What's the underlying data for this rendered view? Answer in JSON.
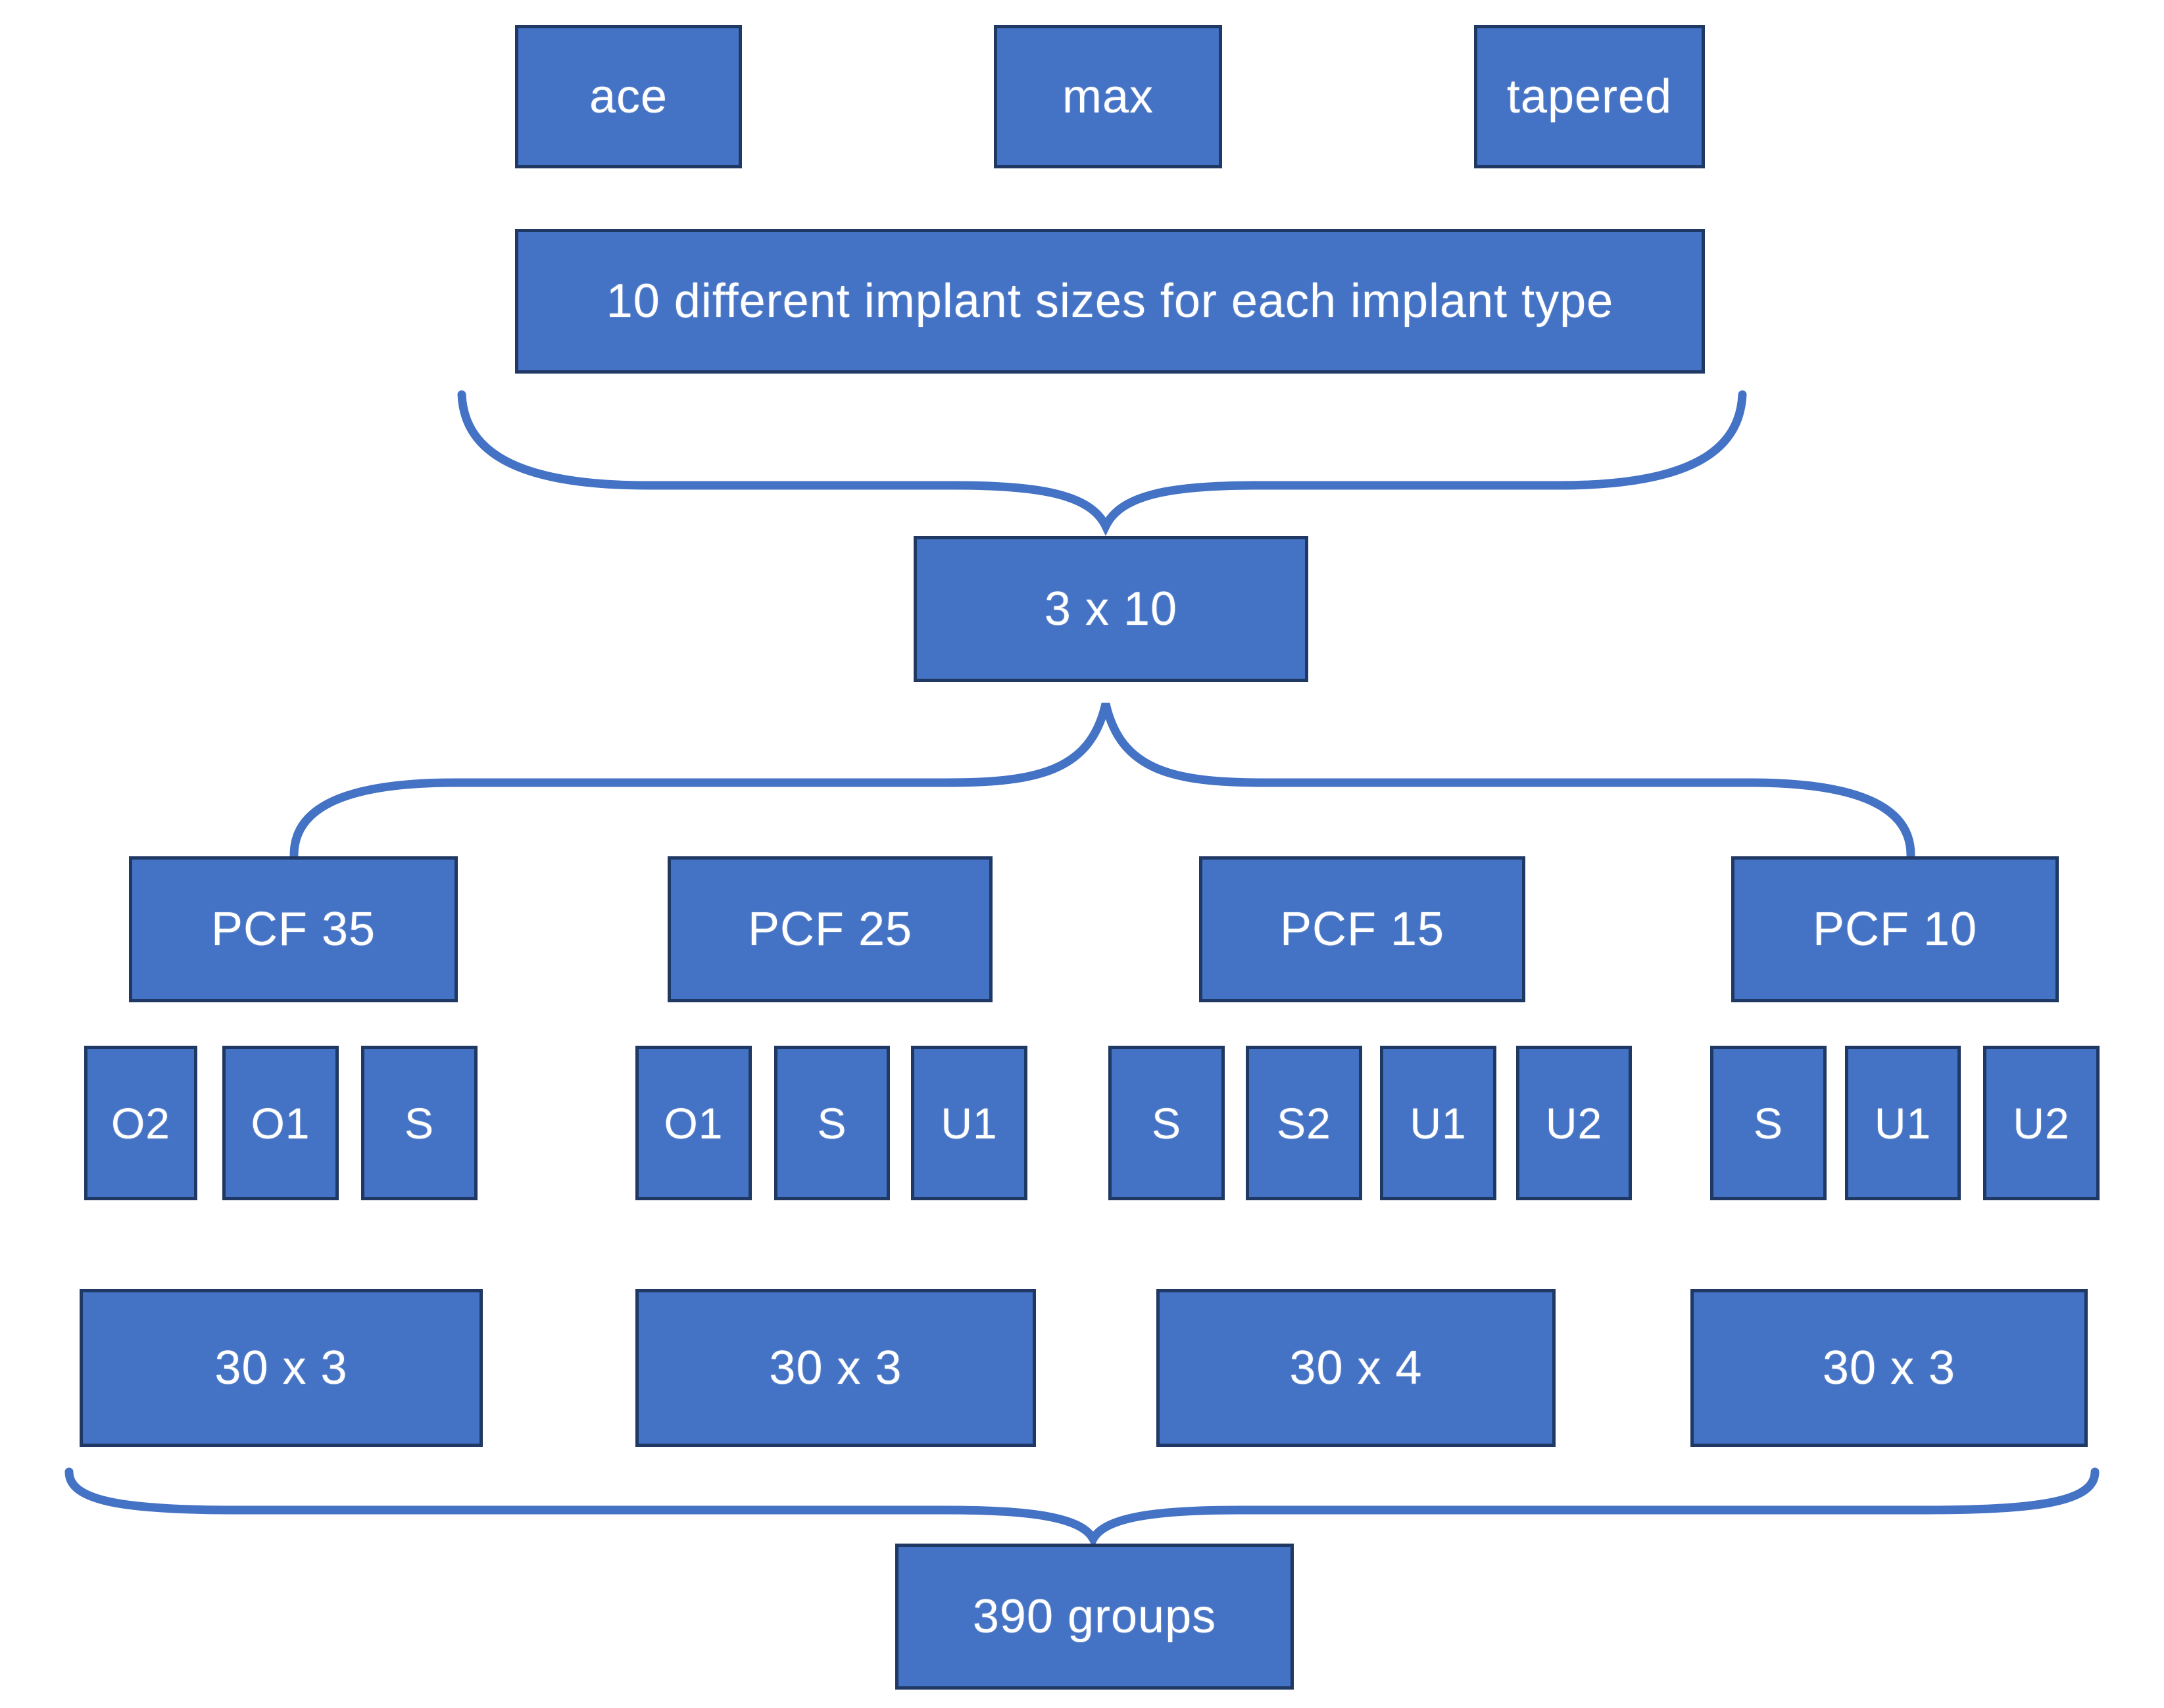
{
  "diagram": {
    "implant_types": [
      {
        "label": "ace"
      },
      {
        "label": "max"
      },
      {
        "label": "tapered"
      }
    ],
    "sizes_note": "10 different implant sizes for each implant type",
    "combination": "3 x 10",
    "pcf_groups": [
      {
        "label": "PCF 35",
        "subtypes": [
          "O2",
          "O1",
          "S"
        ],
        "total": "30 x 3"
      },
      {
        "label": "PCF 25",
        "subtypes": [
          "O1",
          "S",
          "U1"
        ],
        "total": "30 x 3"
      },
      {
        "label": "PCF 15",
        "subtypes": [
          "S",
          "S2",
          "U1",
          "U2"
        ],
        "total": "30 x 4"
      },
      {
        "label": "PCF 10",
        "subtypes": [
          "S",
          "U1",
          "U2"
        ],
        "total": "30 x 3"
      }
    ],
    "result": "390 groups"
  },
  "theme": {
    "box_fill": "#4472c4",
    "box_border": "#1f3864",
    "brace_color": "#4472c4",
    "text_color": "#ffffff",
    "background": "#ffffff"
  }
}
